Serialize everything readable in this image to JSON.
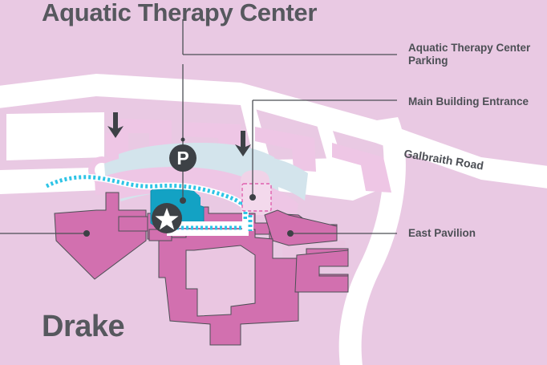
{
  "map": {
    "title": "Aquatic Therapy Center",
    "area_name": "Drake",
    "road_label": "Galbraith Road",
    "background_color": "#e9c9e3"
  },
  "callouts": [
    {
      "id": "parking",
      "label": "Aquatic Therapy Center\nParking",
      "marker": "parking-pin"
    },
    {
      "id": "entrance",
      "label": "Main Building Entrance",
      "marker": "entrance-zone"
    },
    {
      "id": "pavilion",
      "label": "East Pavilion",
      "marker": "leader-dot"
    }
  ],
  "markers": {
    "parking_icon_letter": "P",
    "highlight_icon": "star",
    "traffic_arrows": 2
  },
  "legend_colors": {
    "background": "#e9c9e3",
    "building_primary": "#d270af",
    "building_secondary": "#eac6e1",
    "aquatic_building": "#13a2c4",
    "parking_lot": "#d3e4ec",
    "road": "#ffffff",
    "median": "#eec6e5",
    "walkway": "#2ec4e6",
    "text": "#4c4f55",
    "marker_dark": "#3d4146"
  }
}
